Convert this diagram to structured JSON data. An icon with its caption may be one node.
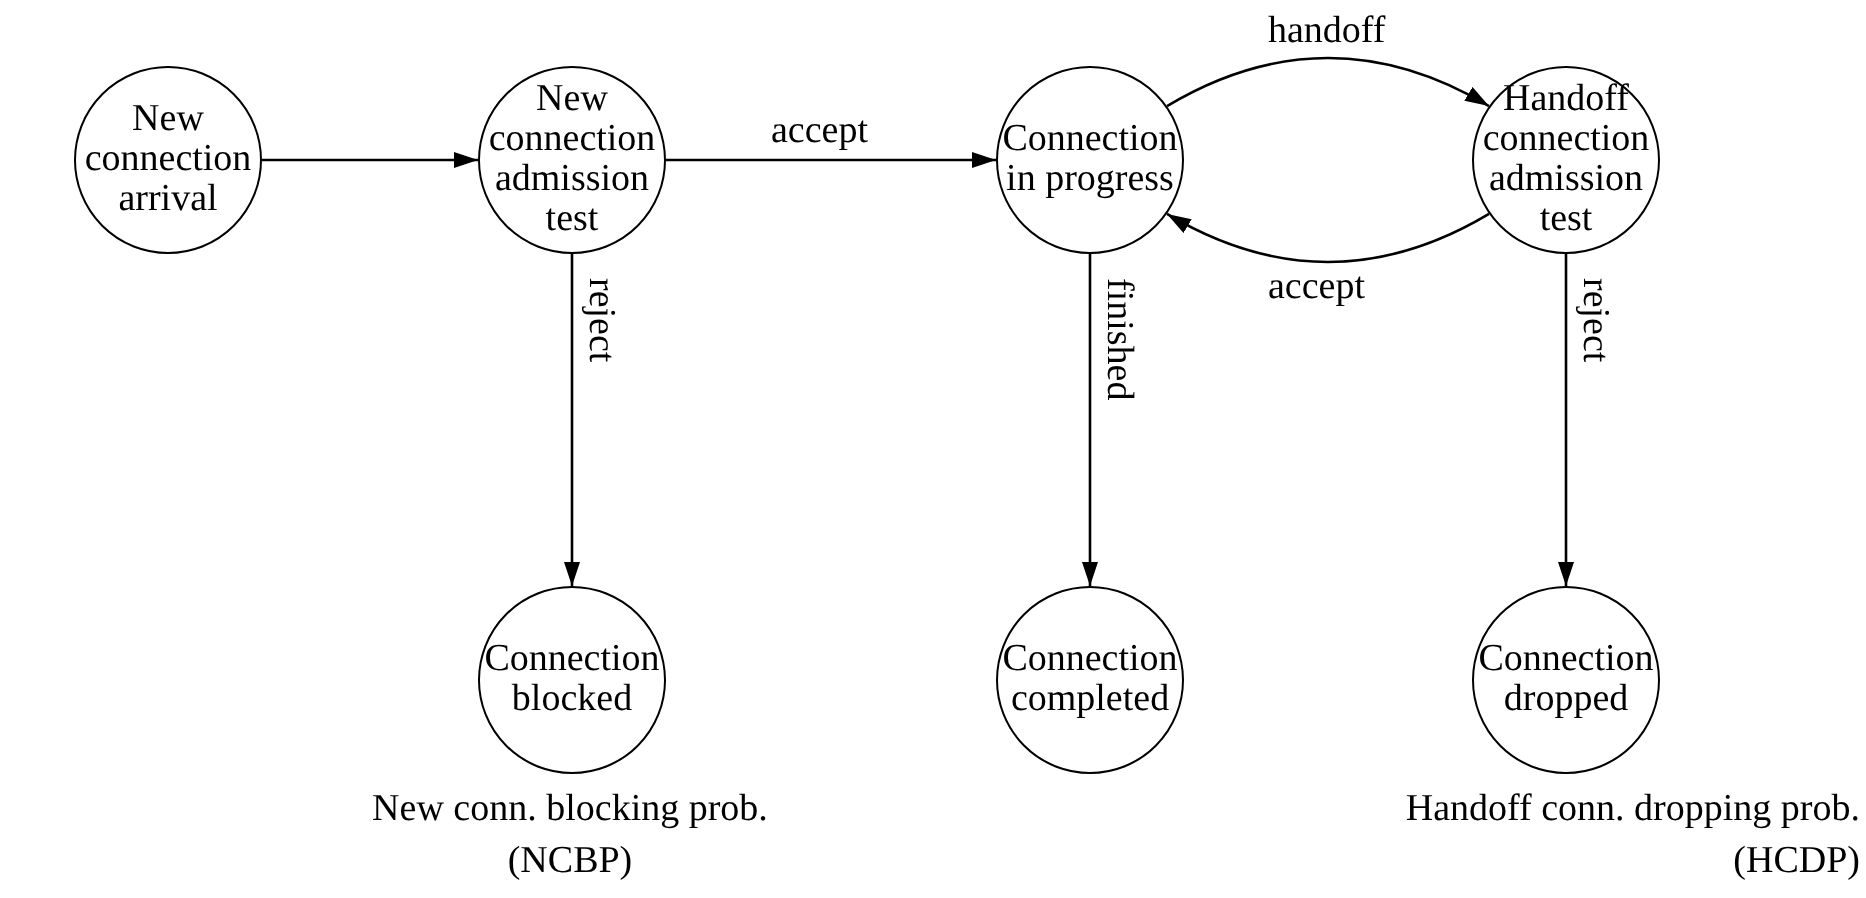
{
  "diagram": {
    "nodes": [
      {
        "text": [
          "New connection arrival"
        ]
      },
      {
        "text": [
          "New connection admission test"
        ]
      },
      {
        "text": [
          "Connection in progress"
        ]
      },
      {
        "text": [
          "Handoff connection admission test"
        ]
      },
      {
        "text": [
          "Connection blocked"
        ]
      },
      {
        "text": [
          "Connection completed"
        ]
      },
      {
        "text": [
          "Connection dropped"
        ]
      }
    ],
    "edges": [
      {
        "from": 0,
        "to": 1,
        "arrow": "to"
      },
      {
        "from": 1,
        "to": 2,
        "arrow": "to",
        "label": "accept"
      },
      {
        "from": 2,
        "to": 3,
        "arrow": "to",
        "label": "handoff"
      },
      {
        "from": 3,
        "to": 2,
        "arrow": "to",
        "label": "accept"
      },
      {
        "from": 1,
        "to": 4,
        "arrow": "to",
        "label": "reject"
      },
      {
        "from": 2,
        "to": 5,
        "arrow": "to",
        "label": "finished"
      },
      {
        "from": 3,
        "to": 6,
        "arrow": "to",
        "label": "reject"
      }
    ],
    "labels": [
      "New conn. blocking prob. (NCBP)",
      "Handoff conn. dropping prob. (HCDP)"
    ]
  }
}
